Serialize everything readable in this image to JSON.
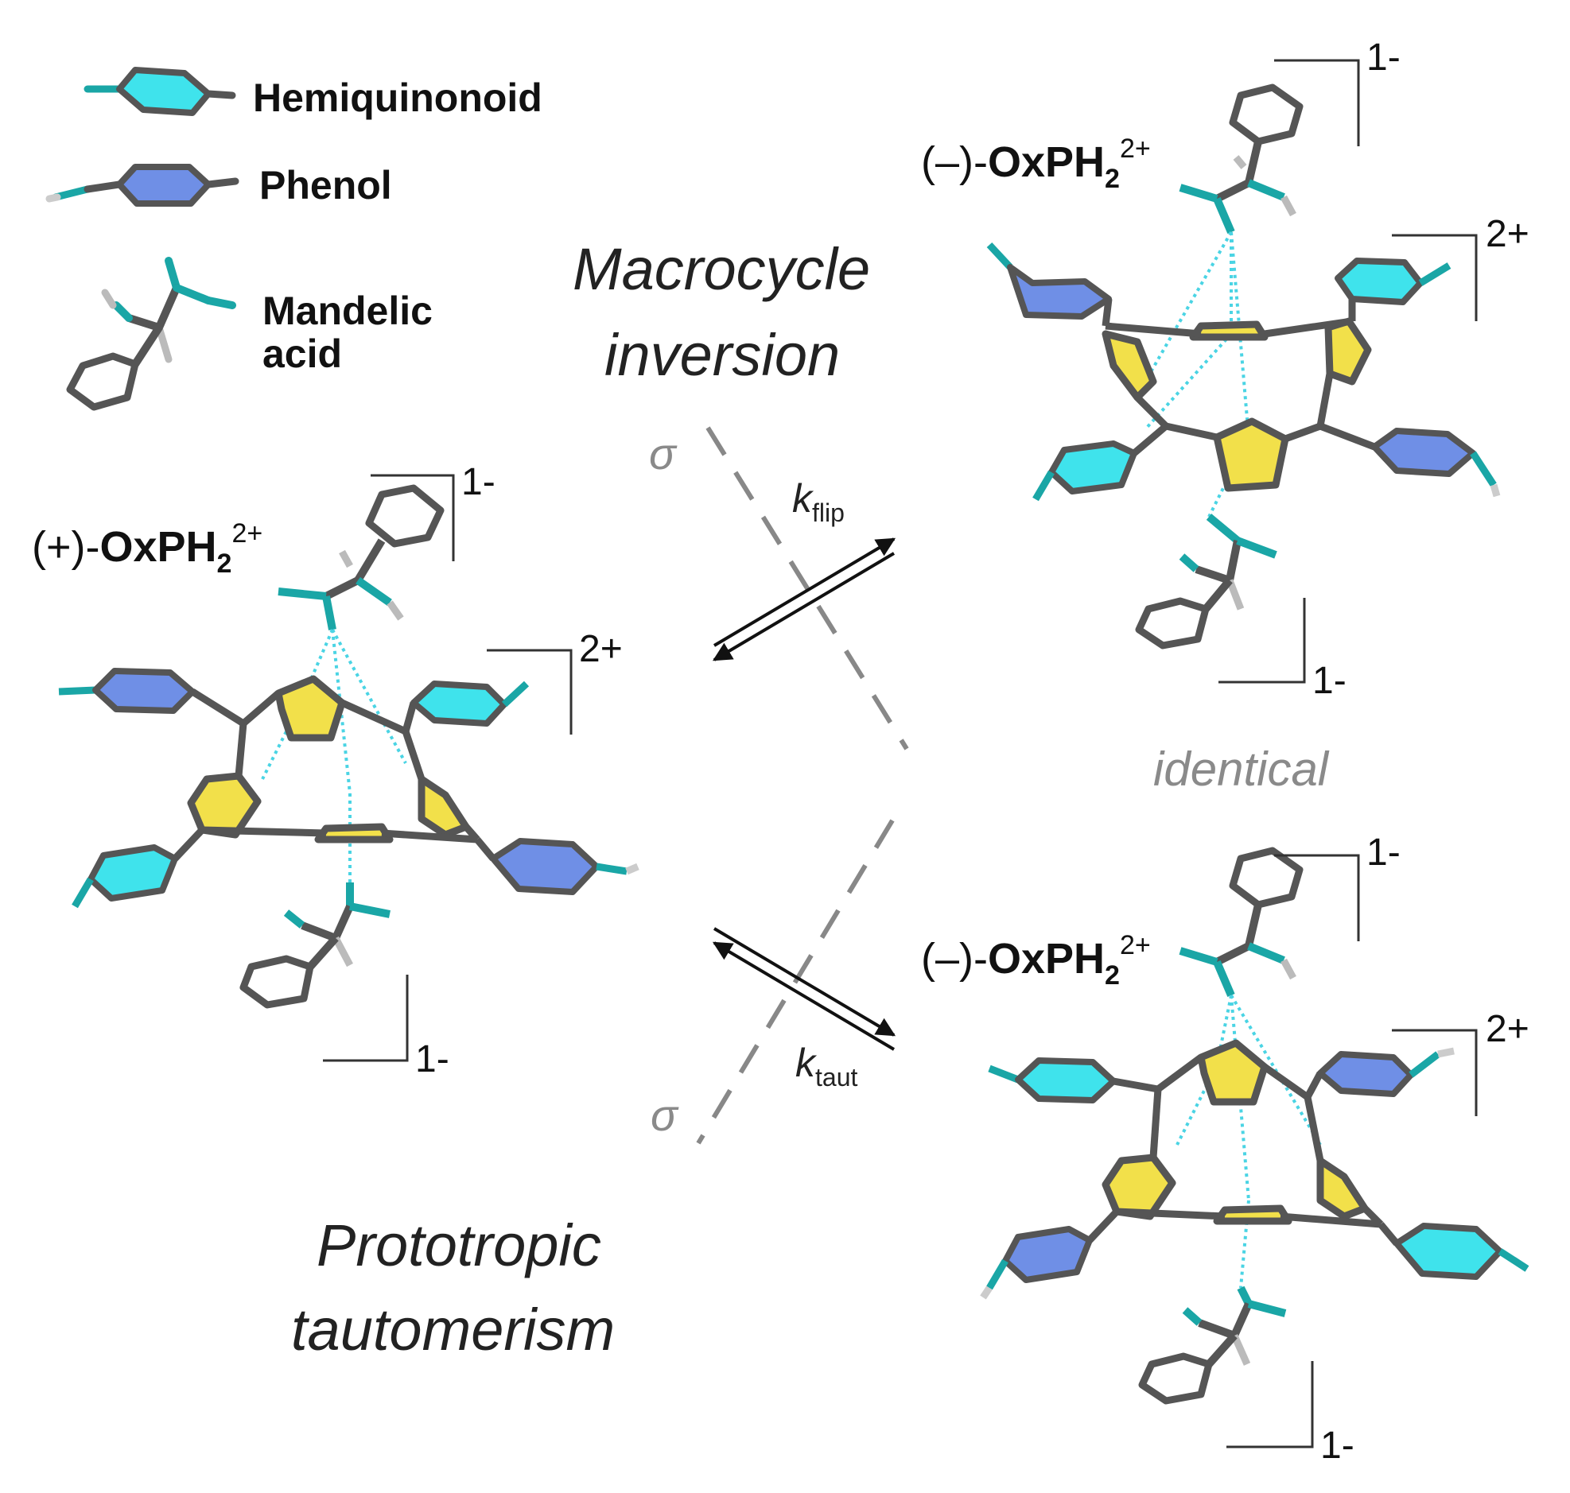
{
  "legend": {
    "hemiquinonoid": "Hemiquinonoid",
    "phenol": "Phenol",
    "mandelic_line1": "Mandelic",
    "mandelic_line2": "acid"
  },
  "labels": {
    "macrocycle_line1": "Macrocycle",
    "macrocycle_line2": "inversion",
    "prototropic_line1": "Prototropic",
    "prototropic_line2": "tautomerism",
    "identical": "identical",
    "sigma": "σ",
    "k_symbol": "k",
    "k_flip_sub": "flip",
    "k_taut_sub": "taut"
  },
  "molecules": {
    "left": {
      "prefix": "(+)-",
      "name": "OxPH",
      "sub": "2",
      "sup": "2+"
    },
    "top_right": {
      "prefix": "(–)-",
      "name": "OxPH",
      "sub": "2",
      "sup": "2+"
    },
    "bottom_right": {
      "prefix": "(–)-",
      "name": "OxPH",
      "sub": "2",
      "sup": "2+"
    }
  },
  "charges": {
    "minus1": "1-",
    "plus2": "2+"
  },
  "colors": {
    "hemiquinonoid": "#3fe3ec",
    "phenol": "#6f8fe6",
    "thiophene": "#f2e04a",
    "bond": "#555555",
    "teal": "#1aa6a6",
    "hbond": "#4ad4e4"
  }
}
